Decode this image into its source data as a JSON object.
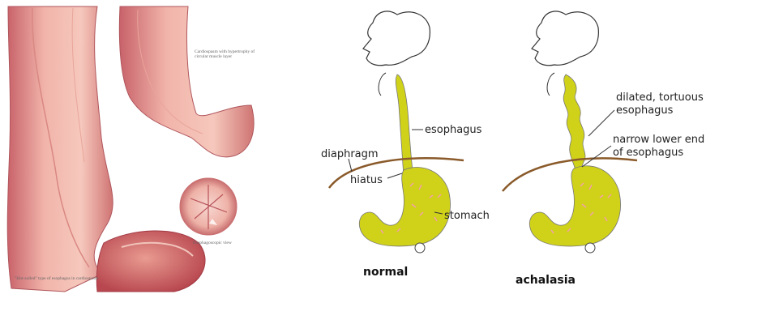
{
  "left_illustration": {
    "cardiospasm_note": "Cardiospasm with hypertrophy of circular muscle layer",
    "rosette_caption": "Esophagoscopic view",
    "bottom_note": "\"Hot-sulled\" type of esophagus in cardiospasm"
  },
  "right_diagram": {
    "labels": {
      "esophagus": "esophagus",
      "diaphragm": "diaphragm",
      "hiatus": "hiatus",
      "stomach": "stomach",
      "dilated_line1": "dilated, tortuous",
      "dilated_line2": "esophagus",
      "narrow_line1": "narrow lower end",
      "narrow_line2": "of esophagus"
    },
    "captions": {
      "normal": "normal",
      "achalasia": "achalasia"
    }
  },
  "colors": {
    "tissue_pink": "#e7a29a",
    "organ_yellow": "#d0d21a",
    "diaphragm_brown": "#8a5a2a"
  }
}
